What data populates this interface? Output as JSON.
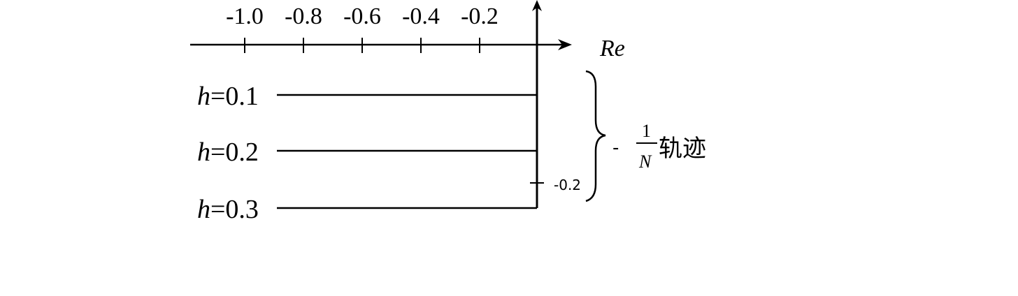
{
  "axis": {
    "real_label": "Re",
    "ticks": [
      {
        "value": -1.0,
        "label": "-1.0"
      },
      {
        "value": -0.8,
        "label": "-0.8"
      },
      {
        "value": -0.6,
        "label": "-0.6"
      },
      {
        "value": -0.4,
        "label": "-0.4"
      },
      {
        "value": -0.2,
        "label": "-0.2"
      }
    ]
  },
  "trajectories": [
    {
      "h_symbol": "h",
      "h_value": "=0.1"
    },
    {
      "h_symbol": "h",
      "h_value": "=0.2"
    },
    {
      "h_symbol": "h",
      "h_value": "=0.3"
    }
  ],
  "imag_tick": {
    "label": "-0.2"
  },
  "brace_label": {
    "minus": "-",
    "numerator": "1",
    "denominator": "N",
    "text": "轨迹"
  }
}
